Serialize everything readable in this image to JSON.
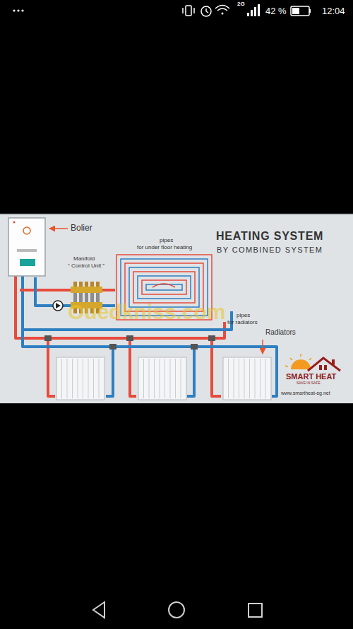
{
  "diagram": {
    "title": "HEATING SYSTEM",
    "labels": [
      "2G",
      "42 %",
      "12:04",
      "Bolier",
      "Manifold",
      "“ Control Unit ”",
      "pipes",
      "for under floor heating",
      "BY COMBINED SYSTEM",
      "pipes",
      "for radiators",
      "Radiators",
      "Ouedkniss.com",
      "SMART HEAT",
      "SAVE IN SAFE",
      "www.smartheat-eg.net"
    ]
  }
}
